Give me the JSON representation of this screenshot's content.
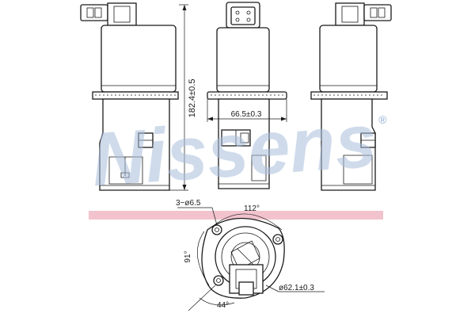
{
  "brand": {
    "watermark": "Nissens",
    "registered_mark": "®",
    "watermark_color": "#a9bfdc",
    "stripe_color": "#f0b8c4"
  },
  "dimensions": {
    "height": "182.4±0.5",
    "flange_width": "66.5±0.3",
    "holes": "3−ø6.5",
    "angle_top": "112°",
    "angle_left": "91°",
    "angle_bottom": "44°",
    "diameter": "ø62.1±0.3"
  }
}
